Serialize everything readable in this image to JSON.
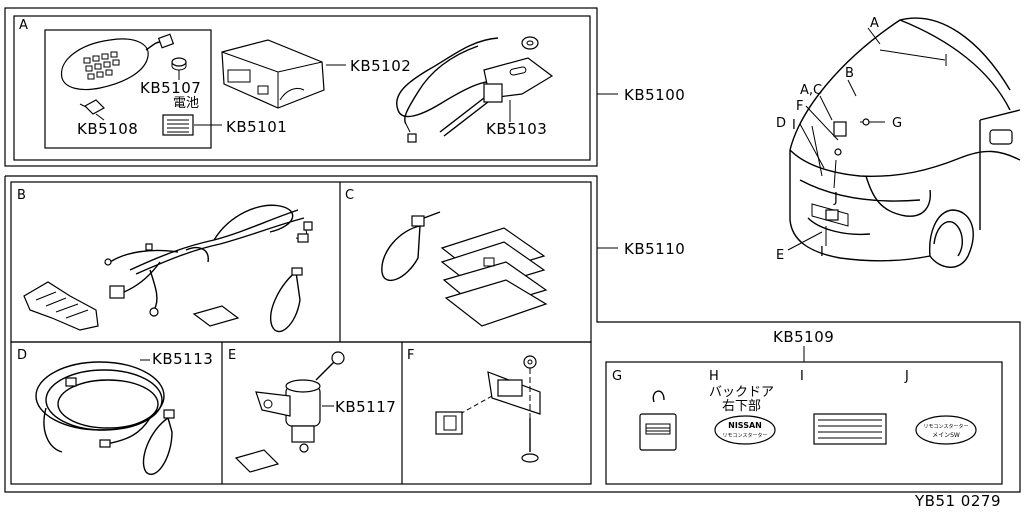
{
  "sections": {
    "a": "A",
    "b": "B",
    "c": "C",
    "d": "D",
    "e": "E",
    "f": "F",
    "g": "G",
    "h": "H",
    "i": "I",
    "j": "J"
  },
  "parts": {
    "kb5100": "KB5100",
    "kb5101": "KB5101",
    "kb5102": "KB5102",
    "kb5103": "KB5103",
    "kb5107": "KB5107",
    "kb5108": "KB5108",
    "kb5109": "KB5109",
    "kb5110": "KB5110",
    "kb5113": "KB5113",
    "kb5117": "KB5117"
  },
  "notes": {
    "battery": "電池",
    "back_door_line1": "バックドア",
    "back_door_line2": "右下部"
  },
  "emblems": {
    "h_top": "NISSAN",
    "h_bottom": "リモコンスターター",
    "j_top": "リモコンスターター",
    "j_bottom": "メインSW"
  },
  "car_callouts": {
    "a_top": "A",
    "ac": "A,C",
    "b": "B",
    "d": "D",
    "i_top": "I",
    "f": "F",
    "g": "G",
    "j": "J",
    "e": "E",
    "i_bottom": "I"
  },
  "footer": {
    "code": "YB51 0279"
  }
}
